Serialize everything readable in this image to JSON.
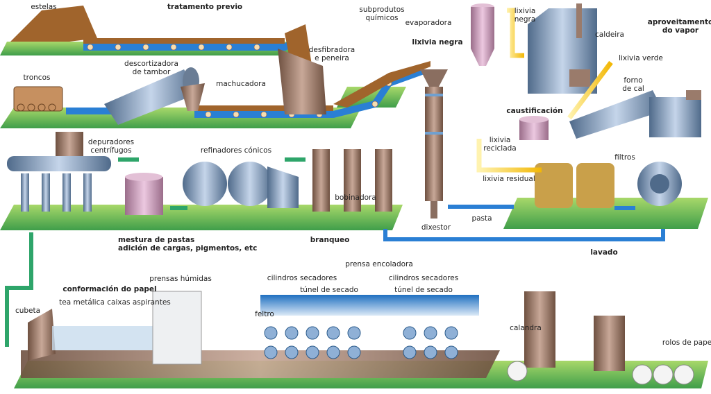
{
  "labels": {
    "estelas": "estelas",
    "tratamento_previo": "tratamento previo",
    "subprodutos_1": "subprodutos",
    "subprodutos_2": "químicos",
    "evaporadora": "evaporadora",
    "lixivia_negra_top_1": "lixivia",
    "lixivia_negra_top_2": "negra",
    "caldeira": "caldeira",
    "aproveitamento_1": "aproveitamento",
    "aproveitamento_2": "do vapor",
    "lixivia_negra": "lixivia negra",
    "desfibradora_1": "desfibradora",
    "desfibradora_2": "e peneira",
    "descortizadora_1": "descortizadora",
    "descortizadora_2": "de tambor",
    "troncos": "troncos",
    "machucadora": "machucadora",
    "lixivia_verde": "lixivia verde",
    "forno_1": "forno",
    "forno_2": "de cal",
    "caustificacion": "caustificación",
    "depuradores_1": "depuradores",
    "depuradores_2": "centrífugos",
    "refinadores": "refinadores cónicos",
    "lixivia_reciclada_1": "lixivia",
    "lixivia_reciclada_2": "reciclada",
    "filtros": "filtros",
    "lixivia_residual": "lixivia residual",
    "bobinadora": "bobinadora",
    "dixestor": "dixestor",
    "pasta": "pasta",
    "mestura_1": "mestura de pastas",
    "mestura_2": "adición de cargas, pigmentos, etc",
    "branqueo": "branqueo",
    "lavado": "lavado",
    "prensa_encoladora": "prensa encoladora",
    "prensas_humidas": "prensas húmidas",
    "cilindros_1": "cilindros secadores",
    "cilindros_2": "cilindros secadores",
    "tunel_1": "túnel de secado",
    "tunel_2": "túnel de secado",
    "conformacion": "conformación do papel",
    "tea_metalica": "tea metálica",
    "caixas_aspirantes": "caixas aspirantes",
    "cubeta": "cubeta",
    "feltro": "feltro",
    "calandra": "calandra",
    "rolos": "rolos de papel"
  },
  "colors": {
    "platform": "#5cb85c",
    "platform_dark": "#2e8b57",
    "conveyor": "#2a7fd4",
    "liquor": "#f5c518",
    "steam": "#c0392b",
    "machine": "#9a7b6b",
    "machine_blue": "#8fa8c8",
    "paper_base": "#8a5a44"
  }
}
